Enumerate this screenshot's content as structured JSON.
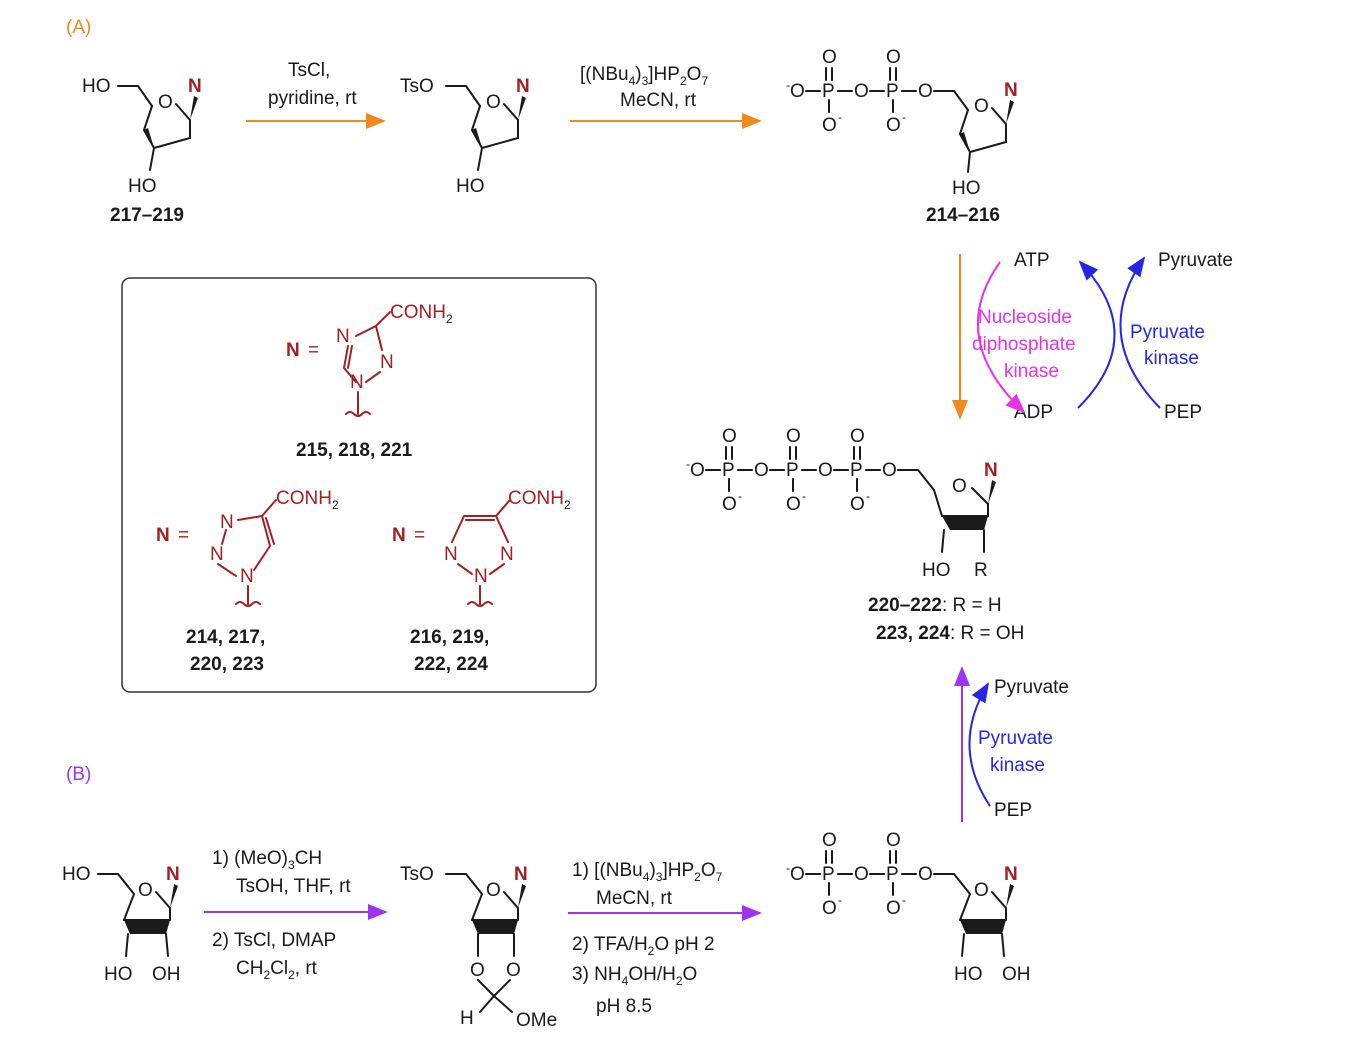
{
  "panel_labels": {
    "a": "(A)",
    "b": "(B)"
  },
  "colors": {
    "panel_a": "#f08a1c",
    "panel_b": "#a033f0",
    "enzyme_pk": "#2626e6",
    "enzyme_ndk": "#e633e6",
    "heterocycle": "#a31f24"
  },
  "atoms": {
    "ho": "HO",
    "o": "O",
    "n": "N",
    "tso": "TsO",
    "r": "R",
    "h": "H",
    "ome": "OMe",
    "p": "P",
    "minus": "-",
    "eq": "=",
    "conh2_main": "CONH",
    "sub2": "2"
  },
  "compounds": {
    "c217_219": "217–219",
    "c214_216": "214–216",
    "c220_222": "220–222",
    "c220_222_suffix": ": R = H",
    "c223_224": "223, 224",
    "c223_224_suffix": ": R = OH",
    "box_1": "215, 218, 221",
    "box_2a": "214, 217,",
    "box_2b": "220, 223",
    "box_3a": "216, 219,",
    "box_3b": "222, 224"
  },
  "reagents": {
    "a_step1_l1": "TsCl,",
    "a_step1_l2": "pyridine, rt",
    "a_step2_l1_main": "[(NBu",
    "a_step2_l1_sub1": "4",
    "a_step2_l1_mid": ")",
    "a_step2_l1_sub2": "3",
    "a_step2_l1_after": "]HP",
    "a_step2_l1_sub3": "2",
    "a_step2_l1_o": "O",
    "a_step2_l1_sub4": "7",
    "a_step2_l2": "MeCN, rt",
    "b_step1_l1": "1) (MeO)",
    "b_step1_l1_sub": "3",
    "b_step1_l1_end": "CH",
    "b_step1_l2": "TsOH, THF, rt",
    "b_step1_l3": "2) TsCl, DMAP",
    "b_step1_l4_a": "CH",
    "b_step1_l4_sub": "2",
    "b_step1_l4_b": "Cl",
    "b_step1_l4_sub2": "2",
    "b_step1_l4_c": ", rt",
    "b_step2_l1": "1) [(NBu",
    "b_step2_l2": "MeCN, rt",
    "b_step2_l3_a": "2) TFA/H",
    "b_step2_l3_sub": "2",
    "b_step2_l3_b": "O pH 2",
    "b_step2_l4_a": "3) NH",
    "b_step2_l4_sub": "4",
    "b_step2_l4_b": "OH/H",
    "b_step2_l4_sub2": "2",
    "b_step2_l4_c": "O",
    "b_step2_l5": "pH 8.5"
  },
  "enzymes": {
    "atp": "ATP",
    "adp": "ADP",
    "pyruvate": "Pyruvate",
    "pep": "PEP",
    "ndk_l1": "Nucleoside",
    "ndk_l2": "diphosphate",
    "ndk_l3": "kinase",
    "pk_l1": "Pyruvate",
    "pk_l2": "kinase"
  }
}
